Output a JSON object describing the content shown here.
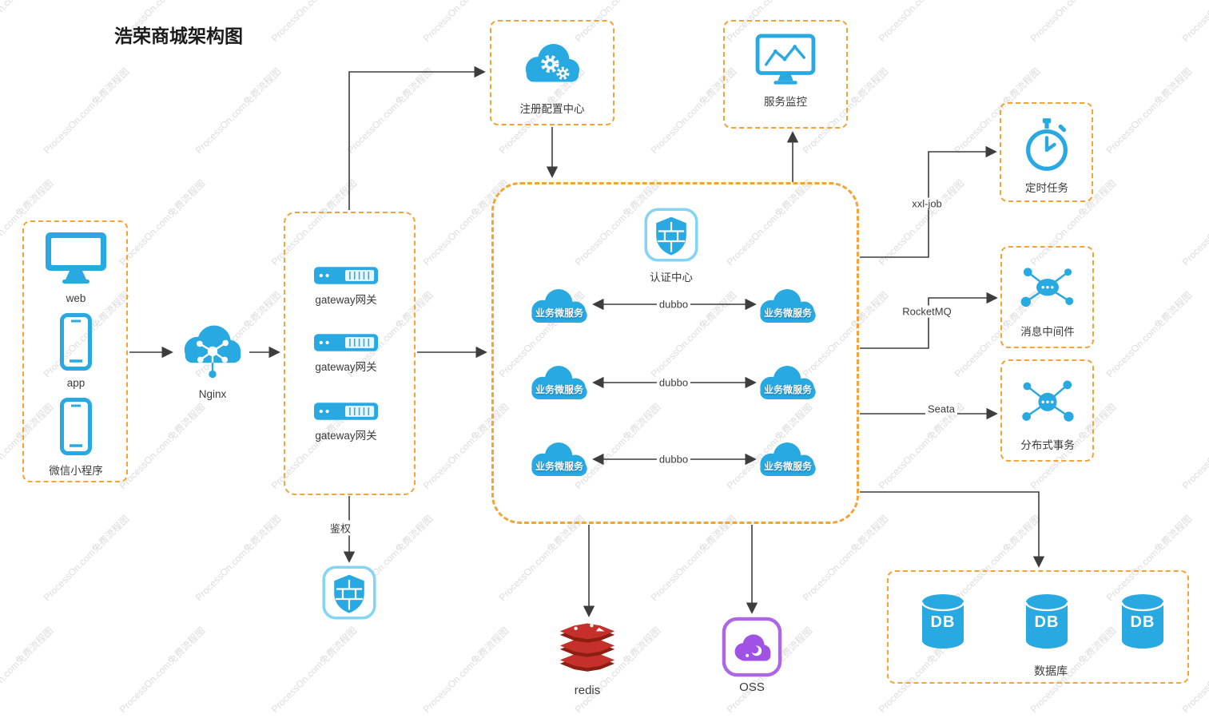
{
  "title": "浩荣商城架构图",
  "watermark": "ProcessOn.com免费流程图",
  "colors": {
    "box_orange": "#F7A233",
    "icon_blue": "#29A9E1",
    "oss_purple": "#A052E4",
    "redis_red": "#C6302B",
    "label_gray": "#3b3b3b"
  },
  "clients": {
    "web": "web",
    "app": "app",
    "wechat": "微信小程序"
  },
  "nginx": {
    "label": "Nginx"
  },
  "gateway": {
    "items": [
      {
        "label": "gateway网关"
      },
      {
        "label": "gateway网关"
      },
      {
        "label": "gateway网关"
      }
    ],
    "auth_edge_label": "鉴权"
  },
  "registry": {
    "label": "注册配置中心"
  },
  "monitor": {
    "label": "服务监控"
  },
  "core": {
    "auth_center": "认证中心",
    "microservice": "业务微服务",
    "dubbo": "dubbo"
  },
  "edge_labels": {
    "xxl_job": "xxl-job",
    "rocketmq": "RocketMQ",
    "seata": "Seata"
  },
  "right_nodes": {
    "timer": "定时任务",
    "mq": "消息中间件",
    "transaction": "分布式事务"
  },
  "bottom_nodes": {
    "redis": "redis",
    "oss": "OSS",
    "database": "数据库",
    "db": "DB"
  }
}
